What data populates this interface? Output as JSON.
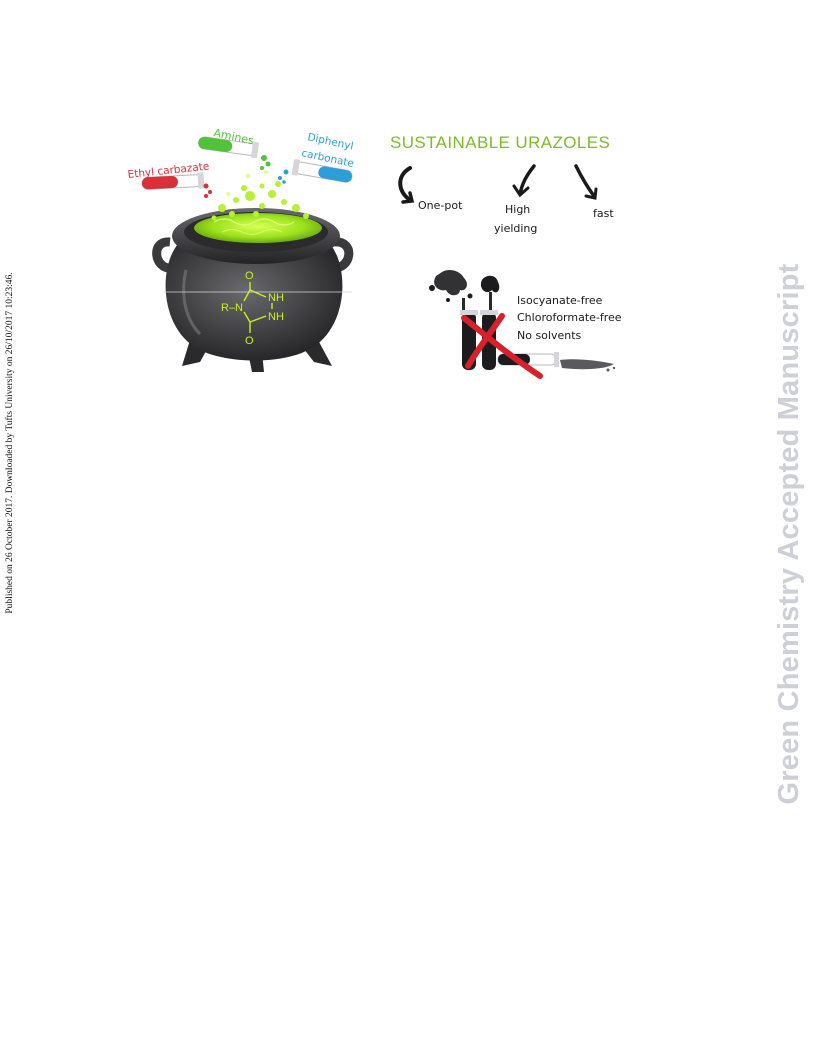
{
  "margin_note": "Published on 26 October 2017. Downloaded by Tufts University on 26/10/2017 10:23:46.",
  "watermark": "Green Chemistry Accepted Manuscript",
  "abstract": {
    "title": "SUSTAINABLE URAZOLES",
    "reagents": {
      "amines": "Amines",
      "diphenyl": "Diphenyl",
      "carbonate": "carbonate",
      "ethyl_carbazate": "Ethyl carbazate"
    },
    "features": {
      "one_pot": "One-pot",
      "high": "High",
      "yielding": "yielding",
      "fast": "fast"
    },
    "free_list": {
      "isocyanate": "Isocyanate-free",
      "chloroformate": "Chloroformate-free",
      "solvents": "No solvents"
    },
    "structure": {
      "o_top": "O",
      "nh_top": "NH",
      "r_n": "R–N",
      "nh_bottom": "NH",
      "o_bottom": "O"
    }
  },
  "colors": {
    "title": "#7dbb2a",
    "amines": "#52c23a",
    "diphenyl": "#2c9fd8",
    "ethyl": "#d8313a",
    "potion": "#9be21c",
    "structure": "#c8f018",
    "cauldron": "#3f3f42",
    "cross": "#d8202a",
    "watermark": "#cfcfd8"
  },
  "icons": [
    "cauldron-icon",
    "test-tube-icon",
    "curved-arrow-icon",
    "smoke-icon",
    "cross-mark-icon"
  ]
}
